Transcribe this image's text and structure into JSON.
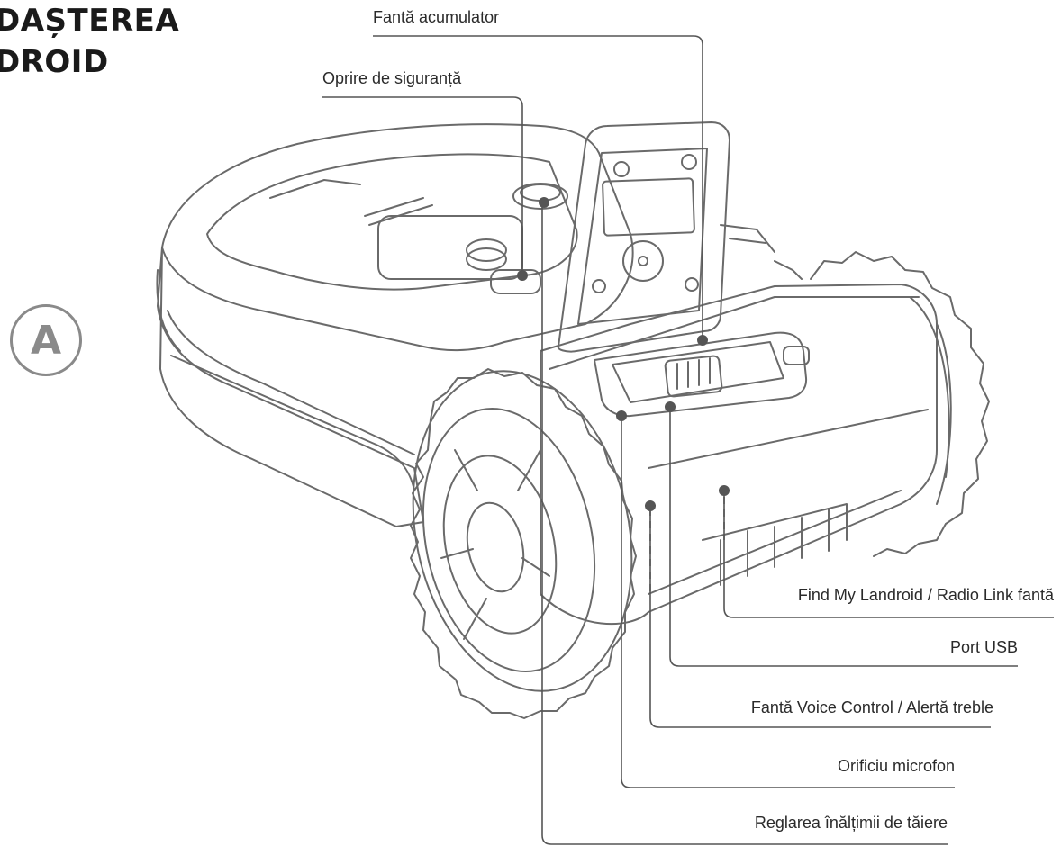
{
  "title": {
    "line1": "DAȘTEREA",
    "line2": "DROID"
  },
  "badge": "A",
  "labels": {
    "battery_slot": "Fantă acumulator",
    "safety_stop": "Oprire de siguranță",
    "find_my": "Find My Landroid / Radio Link fantă",
    "usb_port": "Port USB",
    "voice_control": "Fantă Voice Control / Alertă treble",
    "microphone": "Orificiu microfon",
    "cut_height": "Reglarea înălțimii de tăiere"
  },
  "colors": {
    "line": "#555555",
    "outline": "#666666",
    "badge": "#8a8a8a",
    "text": "#2a2a2a"
  }
}
